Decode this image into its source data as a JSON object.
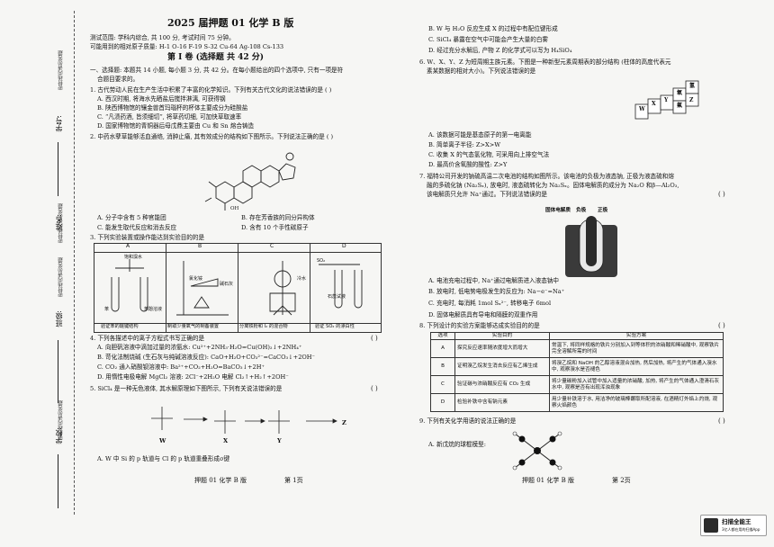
{
  "margin": {
    "seal_top": "密封线内请勿答题",
    "student_no": "学号:",
    "seal_mid1": "密封线内请勿答题",
    "name": "姓名:",
    "seal_mid2": "密封线内请勿答题",
    "class": "班级:",
    "seal_bottom": "密封线内请勿答题",
    "school": "学校:"
  },
  "header": {
    "title": "2025 届押题 01 化学 B 版",
    "scope": "测试范围: 学科内综合, 共 100 分, 考试时间 75 分钟。",
    "atomic": "可能用到的相对原子质量: H-1  O-16  F-19  S-32  Cu-64  Ag-108  Cs-133"
  },
  "part1": {
    "heading": "第 I 卷 (选择题   共 42 分)",
    "intro1": "一、选择题: 本题共 14 小题, 每小题 3 分, 共 42 分。在每小题给出的四个选项中, 只有一项是符",
    "intro2": "合题目要求的。"
  },
  "q1": {
    "stem": "1. 古代劳动人民在生产生活中积累了丰富的化学知识。下列有关古代文化的说法错误的是 (        )",
    "a": "A. 西汉时期, 将海水先晒盐后搅拌淋漓, 可获得钢",
    "b": "B. 陕西博物馆的镶金兽首玛瑙杯的杯体主要成分为硅酸盐",
    "c": "C. “凡渍药酒, 皆须细切”, 将草药切细, 可加快草取速率",
    "d": "D. 国家博物馆的青铜器后母戊鼎主要由 Cu 和 Sn 熔合铸造"
  },
  "q2": {
    "stem": "2. 中药水孽草能够活血通络, 消肿止痛, 其有效成分的结构如下图所示。下列说法正确的是 (        )",
    "a": "A. 分子中含有 5 种官能团",
    "b": "B. 存在芳香族的同分异构体",
    "c": "C. 能发生取代反应和消去反应",
    "d": "D. 含有 10 个手性碳原子",
    "oh": "OH"
  },
  "q3": {
    "stem": "3. 下列实验装置或操作能达到实验目的的是",
    "labels": [
      "A",
      "B",
      "C",
      "D"
    ],
    "capA": "验证苯的醚键结构",
    "capB": "制取少量氧气的制备装置",
    "capC": "分离铁粉和 I₂ 的混合物",
    "capD": "验证 SO₂ 的漂白性",
    "a1": "饱和溴水",
    "a2": "苯",
    "a3": "苯酚溶液",
    "b1": "氯化铵",
    "b2": "碱石灰",
    "c1": "冷水",
    "d1": "SO₂",
    "d2": "石蕊试液"
  },
  "q4": {
    "stem": "4. 下列各描述中的离子方程式书写正确的是",
    "a": "A. 向胆矾溶液中滴加过量的浓氨水: Cu²⁺+2NH₃·H₂O=Cu(OH)₂↓+2NH₄⁺",
    "b": "B. 苛化法制烧碱 (生石灰与纯碱溶液反应): CaO+H₂O+CO₃²⁻=CaCO₃↓+2OH⁻",
    "c": "C. CO₂ 通入硝酸钡溶液中: Ba²⁺+CO₂+H₂O=BaCO₃↓+2H⁺",
    "d": "D. 用惰性电极电解 MgCl₂ 溶液: 2Cl⁻+2H₂O 电解 Cl₂↑+H₂↑+2OH⁻"
  },
  "q5": {
    "stem": "5. SiCl₄ 是一种无色液体, 其水解原理如下图所示, 下列有关说法错误的是",
    "w": "W",
    "x": "X",
    "y": "Y",
    "z": "Z",
    "a": "A. W 中 Si 的 p 轨道与 Cl 的 p 轨道重叠形成σ键"
  },
  "footer_left": {
    "name": "押题 01 化学  B 版",
    "page": "第 1页"
  },
  "right": {
    "q5b": "B. W 与 H₂O 反应生成 X 的过程中有配位键形成",
    "q5c": "C. SiCl₄ 暴露在空气中可能会产生大量的白雾",
    "q5d": "D. 经过充分水解后, 产物 Z 的化学式可以写为 H₄SiO₄",
    "q6l1": "6. W、X、Y、Z 为短周期主族元素。下图是一种新型元素周期表的部分结构 (柱体的高度代表元",
    "q6l2": "素某数据的相对大小)。下列说法错误的是",
    "cubes": [
      "W",
      "X",
      "Y",
      "Z",
      "氢",
      "氧",
      "氟"
    ],
    "q6a": "A. 该数据可能是基态原子的第一电离能",
    "q6b": "B. 简单离子半径: Z>X>W",
    "q6c": "C. 收集 X 的气态氢化物, 可采用向上排空气法",
    "q6d": "D. 最高价含氧酸的酸性: Z>Y",
    "q7l1": "7. 福特公司开发的钠硫高温二次电池的结构如图所示。该电池的负极为液态钠, 正极为液态硫和熔",
    "q7l2": "融的多硫化钠 (Na₂Sₓ), 放电时, 液态硫转化为 Na₂Sₓ。固体电解质的成分为 Na₂O 和β—Al₂O₃,",
    "q7l3": "该电解质只允许 Na⁺通过。下列说法错误的是",
    "bat1": "固体电解质",
    "bat2": "负极",
    "bat3": "正极",
    "q7a": "A. 电池充电过程中, Na⁺通过电解质进入液态钠中",
    "q7b": "B. 放电时, 低电势电极发生的反应为: Na−e⁻=Na⁺",
    "q7c": "C. 充电时, 每消耗 1mol Sₓ²⁻, 转移电子 6mol",
    "q7d": "D. 固体电解质具有导电和隔膜的双重作用",
    "q8": "8. 下列设计的实验方案能够达成实验目的的是",
    "table_head": [
      "选项",
      "实验目的",
      "实验方案"
    ],
    "rows": [
      [
        "A",
        "探究反应速率随浓度增大而增大",
        "常温下, 将同样规格的铁片分别加入到等体积的浓硝酸和稀硝酸中, 观察铁片完全溶解所需的时间"
      ],
      [
        "B",
        "证明溴乙烷发生消去反应有乙烯生成",
        "将溴乙烷和 NaOH 的乙醇溶液混合加热, 然后加热, 将产生的气体通入溴水中, 观察溴水是否褪色"
      ],
      [
        "C",
        "验证碳与浓硝酸反应有 CO₂ 生成",
        "将少量碳粉加入试管中加入适量的浓硝酸, 加热, 将产生的气体通入澄清石灰水中, 观察是否有出现浑浊现象"
      ],
      [
        "D",
        "检验补铁中含有钠元素",
        "用少量补铁溶于水, 用洁净的玻璃棒蘸取所配溶液, 在酒精灯外焰上灼烧, 观察火焰颜色"
      ]
    ],
    "q9": "9. 下列有关化学用语的说法正确的是",
    "q9a": "A. 新戊烷的球棍模型:"
  },
  "footer_right": {
    "name": "押题 01 化学  B 版",
    "page": "第 2页"
  },
  "brackets": [
    "(        )"
  ],
  "watermark": {
    "title": "扫描全能王",
    "sub": "3亿人都在用的扫描App"
  }
}
